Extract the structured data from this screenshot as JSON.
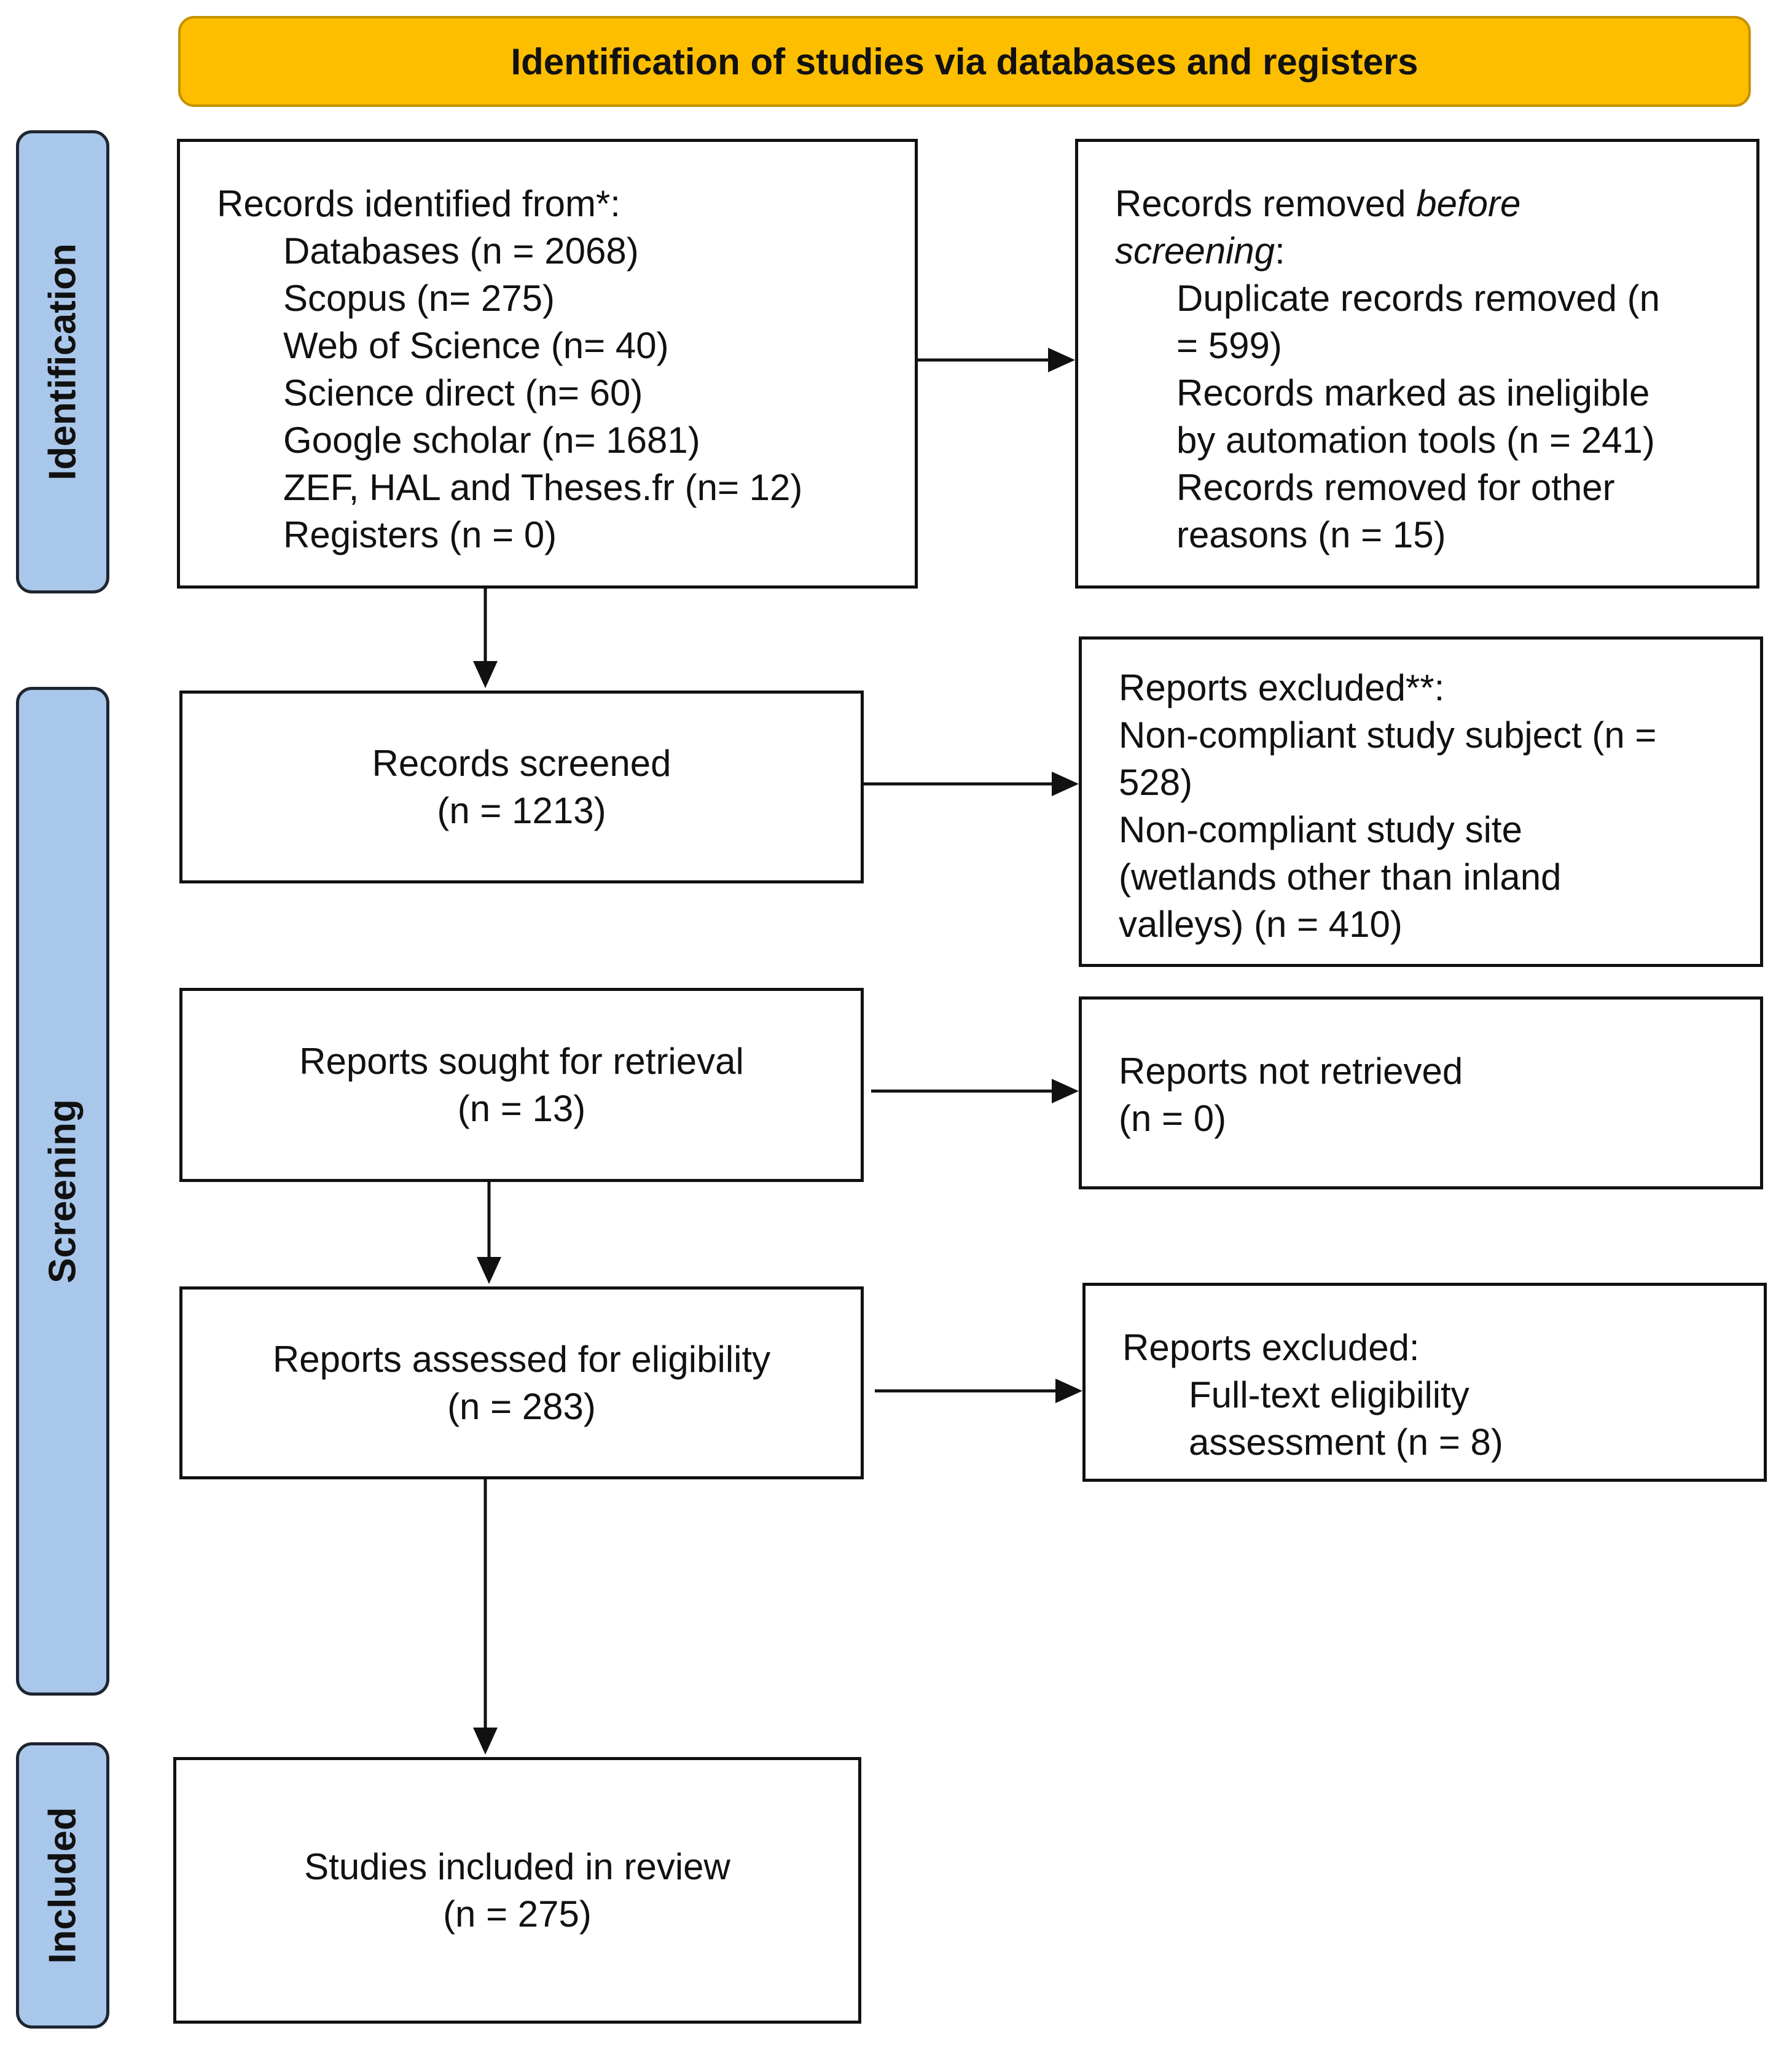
{
  "header": {
    "title": "Identification of studies via databases and registers"
  },
  "phases": {
    "identification": "Identification",
    "screening": "Screening",
    "included": "Included"
  },
  "identified": {
    "title": "Records identified from*:",
    "lines": [
      "Databases (n = 2068)",
      "Scopus (n= 275)",
      "Web of Science (n= 40)",
      "Science direct (n= 60)",
      "Google scholar (n= 1681)",
      "ZEF, HAL and Theses.fr (n= 12)",
      "Registers (n = 0)"
    ]
  },
  "removed": {
    "title_prefix": "Records removed ",
    "title_italic1": "before",
    "title_italic2": "screening",
    "title_suffix": ":",
    "lines": [
      "Duplicate records removed (n",
      "= 599)",
      "Records marked as ineligible",
      "by automation tools (n = 241)",
      "Records removed for other",
      "reasons (n = 15)"
    ]
  },
  "screened": {
    "label": "Records screened",
    "count": "(n = 1213)"
  },
  "excluded1": {
    "title": "Reports excluded**:",
    "lines": [
      "Non-compliant study subject (n =",
      "528)",
      "Non-compliant study site",
      "(wetlands other than inland",
      "valleys) (n = 410)"
    ]
  },
  "sought": {
    "label": "Reports sought for retrieval",
    "count": "(n = 13)"
  },
  "not_retrieved": {
    "label": "Reports not retrieved",
    "count": "(n = 0)"
  },
  "assessed": {
    "label": "Reports assessed for eligibility",
    "count": "(n = 283)"
  },
  "excluded2": {
    "title": "Reports excluded:",
    "lines": [
      "Full-text eligibility",
      "assessment (n = 8)"
    ]
  },
  "included": {
    "label": "Studies included in review",
    "count": "(n = 275)"
  }
}
